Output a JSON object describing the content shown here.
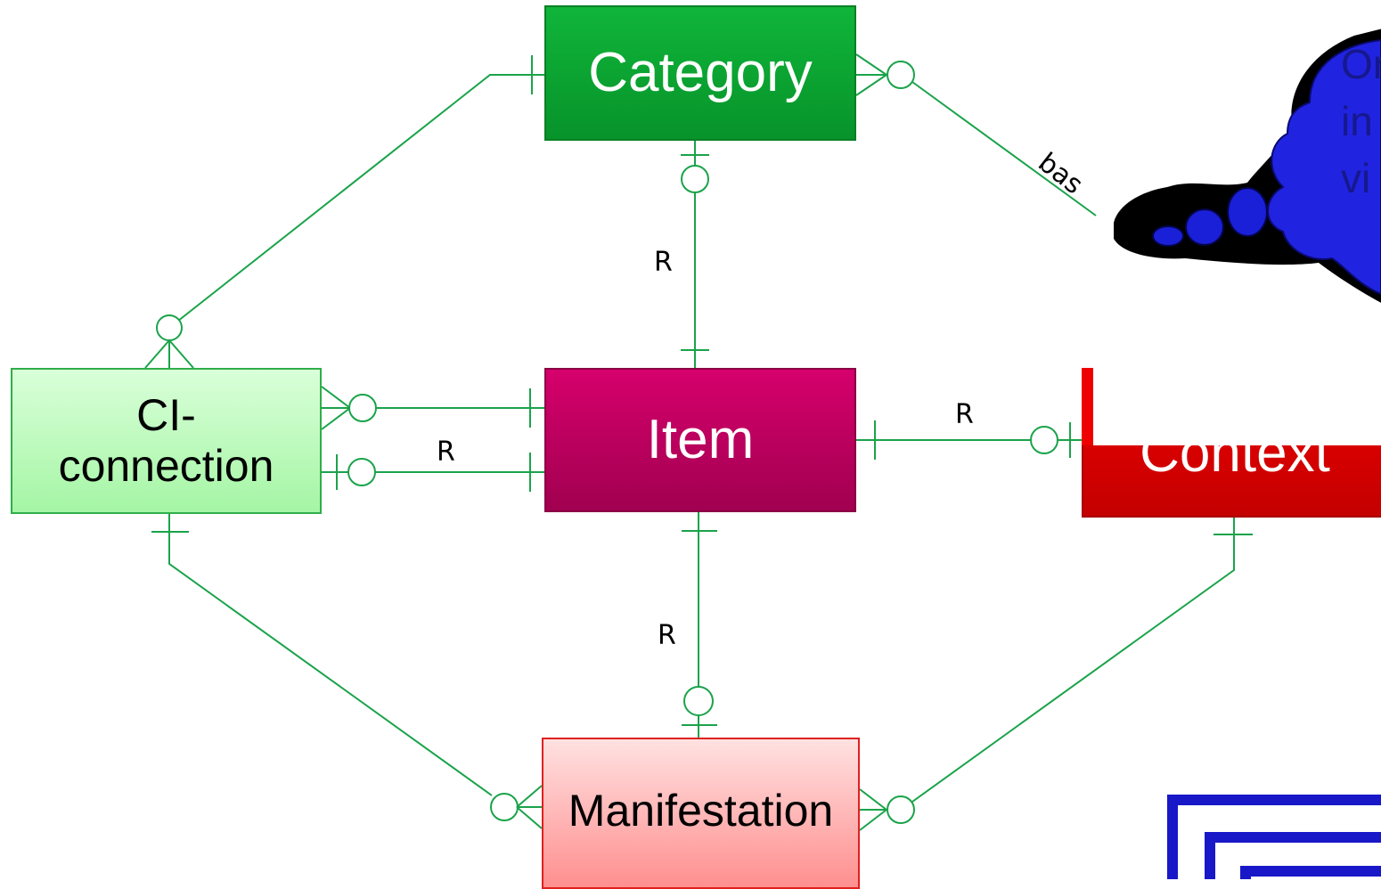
{
  "diagram": {
    "entities": {
      "category": "Category",
      "item": "Item",
      "ci_connection": "CI-\nconnection",
      "manifestation": "Manifestation",
      "context": "Context"
    },
    "relationship_labels": {
      "category_item": "R",
      "ci_item": "R",
      "item_context": "R",
      "item_manifestation": "R",
      "category_context": "bas"
    },
    "callout": {
      "lines": [
        "Or",
        "in",
        "vi"
      ]
    },
    "colors": {
      "line": "#1aa34a",
      "category": "#0aa433",
      "item": "#c4005f",
      "ci_connection": "#b8f7b8",
      "manifestation": "#ffb3b3",
      "context": "#dd0000",
      "cloud": "#1a1fe0"
    }
  }
}
